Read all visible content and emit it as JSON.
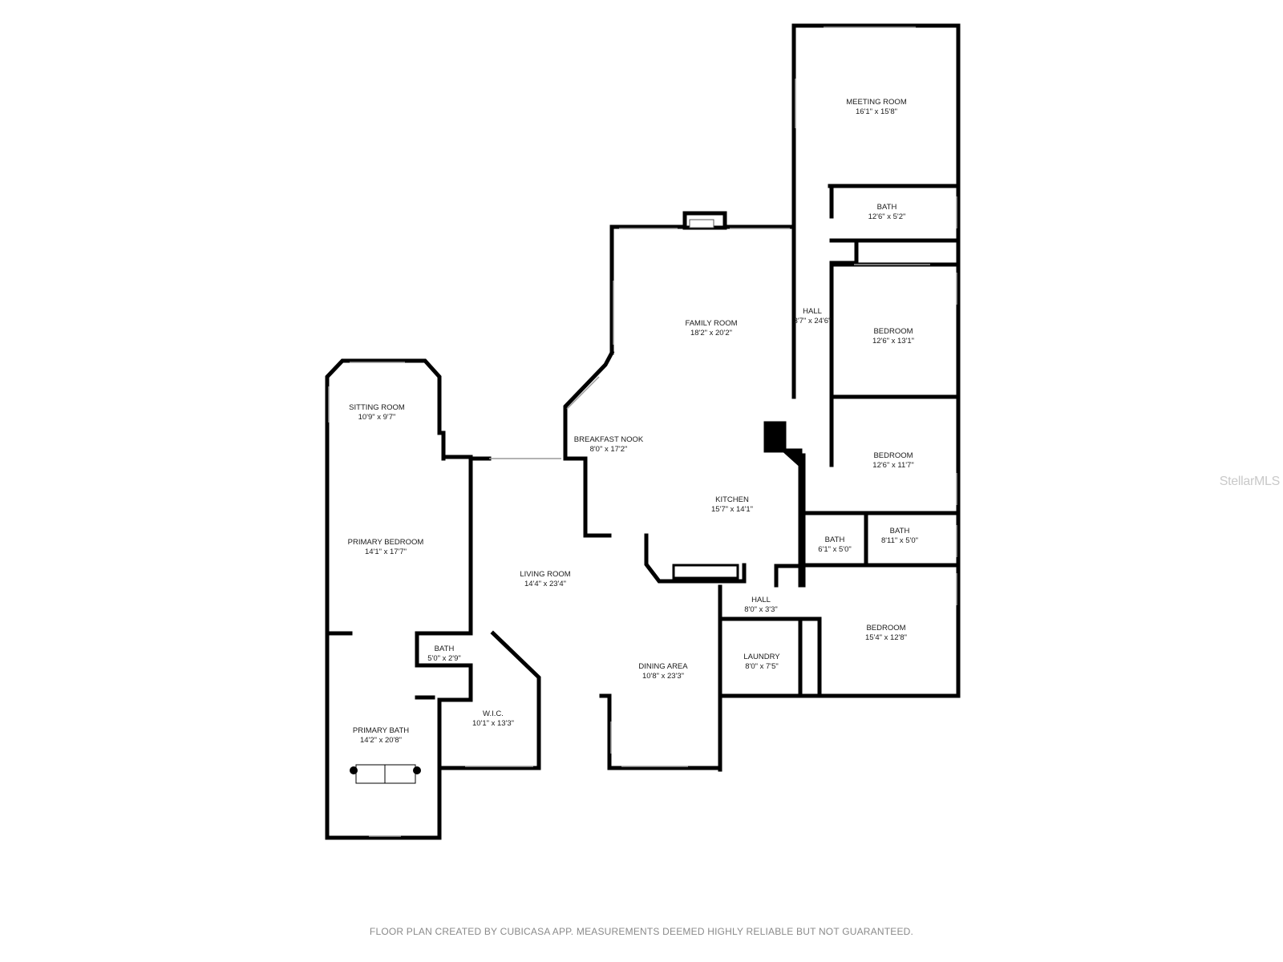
{
  "rooms": [
    {
      "name": "MEETING ROOM",
      "dims": "16'1\" x 15'8\""
    },
    {
      "name": "BATH",
      "dims": "12'6\" x 5'2\""
    },
    {
      "name": "HALL",
      "dims": "3'7\" x 24'6\""
    },
    {
      "name": "BEDROOM",
      "dims": "12'6\" x 13'1\""
    },
    {
      "name": "FAMILY ROOM",
      "dims": "18'2\" x 20'2\""
    },
    {
      "name": "SITTING ROOM",
      "dims": "10'9\" x 9'7\""
    },
    {
      "name": "BREAKFAST NOOK",
      "dims": "8'0\" x 17'2\""
    },
    {
      "name": "BEDROOM",
      "dims": "12'6\" x 11'7\""
    },
    {
      "name": "KITCHEN",
      "dims": "15'7\" x 14'1\""
    },
    {
      "name": "PRIMARY BEDROOM",
      "dims": "14'1\" x 17'7\""
    },
    {
      "name": "BATH",
      "dims": "6'1\" x 5'0\""
    },
    {
      "name": "BATH",
      "dims": "8'11\" x 5'0\""
    },
    {
      "name": "LIVING ROOM",
      "dims": "14'4\" x 23'4\""
    },
    {
      "name": "HALL",
      "dims": "8'0\" x 3'3\""
    },
    {
      "name": "BEDROOM",
      "dims": "15'4\" x 12'8\""
    },
    {
      "name": "BATH",
      "dims": "5'0\" x 2'9\""
    },
    {
      "name": "LAUNDRY",
      "dims": "8'0\" x 7'5\""
    },
    {
      "name": "DINING AREA",
      "dims": "10'8\" x 23'3\""
    },
    {
      "name": "W.I.C.",
      "dims": "10'1\" x 13'3\""
    },
    {
      "name": "PRIMARY BATH",
      "dims": "14'2\" x 20'8\""
    }
  ],
  "watermark": "StellarMLS",
  "footer": "FLOOR PLAN CREATED BY CUBICASA APP. MEASUREMENTS DEEMED HIGHLY RELIABLE BUT NOT GUARANTEED.",
  "colors": {
    "wall": "#000000",
    "window": "#9a9a9a",
    "text": "#1a1a1a"
  }
}
